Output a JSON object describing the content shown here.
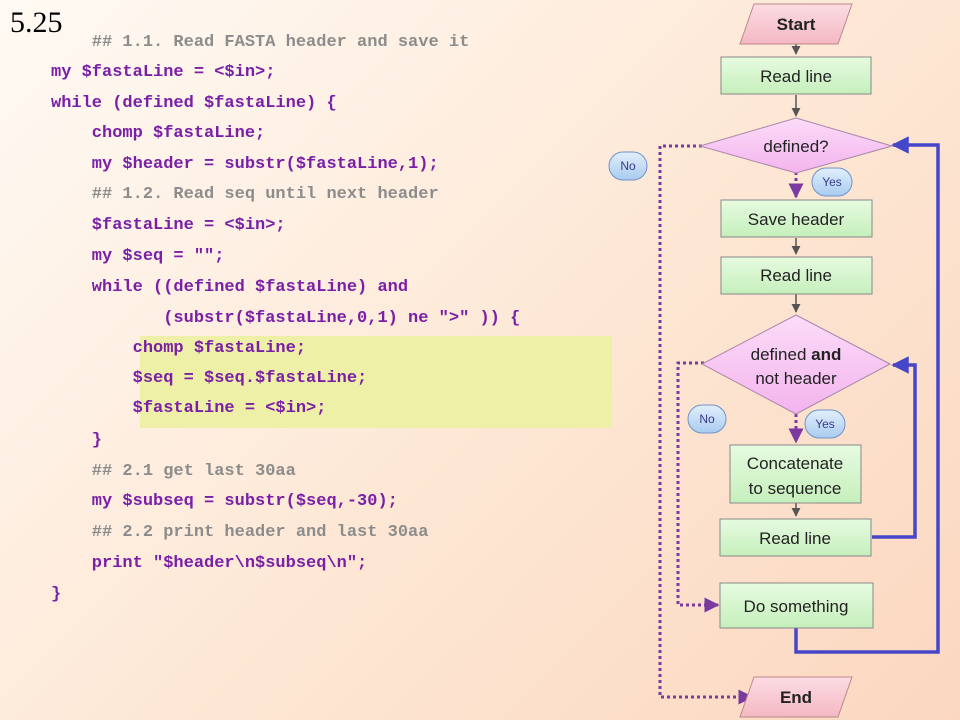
{
  "slide_number": "5.25",
  "code": {
    "lines": [
      {
        "text": "    ## 1.1. Read FASTA header and save it",
        "comment": true
      },
      {
        "text": "my $fastaLine = <$in>;",
        "comment": false
      },
      {
        "text": "while (defined $fastaLine) {",
        "comment": false
      },
      {
        "text": "    chomp $fastaLine;",
        "comment": false
      },
      {
        "text": "    my $header = substr($fastaLine,1);",
        "comment": false
      },
      {
        "text": "    ## 1.2. Read seq until next header",
        "comment": true
      },
      {
        "text": "    $fastaLine = <$in>;",
        "comment": false
      },
      {
        "text": "    my $seq = \"\";",
        "comment": false
      },
      {
        "text": "    while ((defined $fastaLine) and",
        "comment": false
      },
      {
        "text": "           (substr($fastaLine,0,1) ne \">\" )) {",
        "comment": false
      },
      {
        "text": "        chomp $fastaLine;",
        "comment": false
      },
      {
        "text": "        $seq = $seq.$fastaLine;",
        "comment": false
      },
      {
        "text": "        $fastaLine = <$in>;",
        "comment": false
      },
      {
        "text": "    }",
        "comment": false
      },
      {
        "text": "    ## 2.1 get last 30aa",
        "comment": true
      },
      {
        "text": "    my $subseq = substr($seq,-30);",
        "comment": false
      },
      {
        "text": "    ## 2.2 print header and last 30aa",
        "comment": true
      },
      {
        "text": "    print \"$header\\n$subseq\\n\";",
        "comment": false
      },
      {
        "text": "}",
        "comment": false
      }
    ]
  },
  "flowchart": {
    "start": "Start",
    "read_line_1": "Read line",
    "decision_1": "defined?",
    "save_header": "Save header",
    "read_line_2": "Read line",
    "decision_2_line1": "defined ",
    "decision_2_bold": "and",
    "decision_2_line2": "not header",
    "concat_line1": "Concatenate",
    "concat_line2": "to sequence",
    "read_line_3": "Read line",
    "do_something": "Do something",
    "end": "End",
    "no_1": "No",
    "yes_1": "Yes",
    "no_2": "No",
    "yes_2": "Yes"
  },
  "colors": {
    "box_fill": "#d6f7ce",
    "decision_fill": "#f8c8f4",
    "terminal_fill": "#f8c8d0",
    "loop_arrow": "#4646c8",
    "dotted_arrow": "#7a3aa0",
    "pill_fill": "#b9d6f4"
  }
}
